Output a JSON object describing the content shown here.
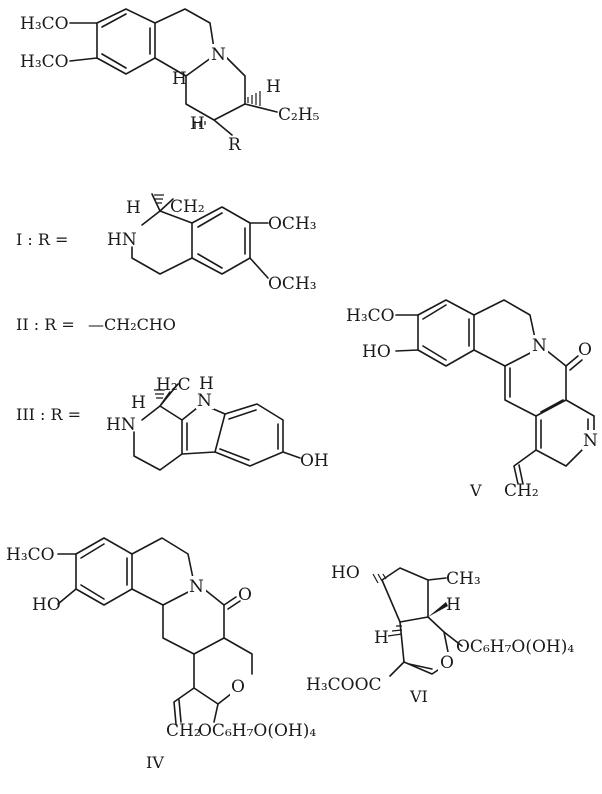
{
  "core": {
    "och3_top": "H₃CO",
    "och3_bottom": "H₃CO",
    "n": "N",
    "h_11b": "H",
    "h_3": "H",
    "h_2": "H",
    "ethyl": "C₂H₅",
    "r": "R"
  },
  "defs": {
    "i_label": "I : R =",
    "ii_label": "II : R =",
    "iii_label": "III : R =",
    "ii_value": "—CH₂CHO"
  },
  "sub_i": {
    "h": "H",
    "ch2": "CH₂",
    "nh": "HN",
    "och3_a": "OCH₃",
    "och3_b": "OCH₃"
  },
  "sub_iii": {
    "h": "H",
    "ch2": "H₂C",
    "nh_ring": "HN",
    "nh_indole": "N",
    "nh_indole_h": "H",
    "oh": "OH"
  },
  "v": {
    "label": "V",
    "och3": "H₃CO",
    "oh": "HO",
    "n_amide": "N",
    "o": "O",
    "n_pyr": "N",
    "vinyl": "CH₂"
  },
  "iv": {
    "label": "IV",
    "och3": "H₃CO",
    "oh": "HO",
    "n": "N",
    "o_carbonyl": "O",
    "o_ring": "O",
    "vinyl": "CH₂",
    "glyco": "OC₆H₇O(OH)₄"
  },
  "vi": {
    "label": "VI",
    "ho": "HO",
    "ch3": "CH₃",
    "h_right": "H",
    "h_left": "H",
    "o_ring": "O",
    "ester": "H₃COOC",
    "glyco": "OC₆H₇O(OH)₄"
  }
}
